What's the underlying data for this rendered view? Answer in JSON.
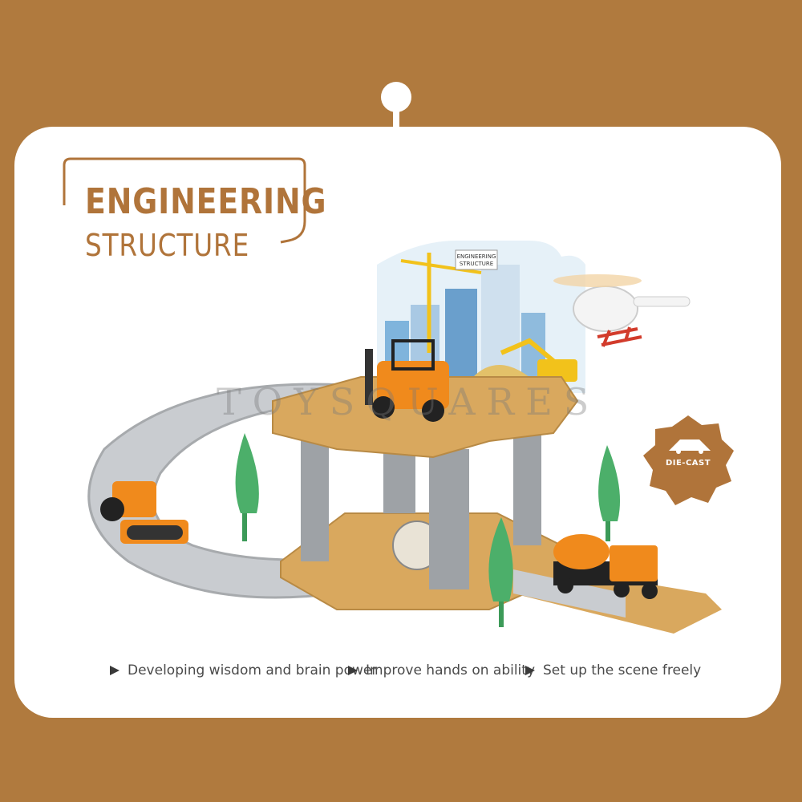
{
  "title": {
    "line1": "ENGINEERING",
    "line2": "STRUCTURE"
  },
  "sign_text": "ENGINEERING\nSTRUCTURE",
  "watermark": "TOYSQUARES",
  "badge": {
    "label": "DIE-CAST",
    "icon": "car-icon"
  },
  "features": [
    "Developing wisdom and brain power",
    "Improve hands on ability",
    "Set up the scene freely"
  ],
  "colors": {
    "background": "#b07a3e",
    "card": "#ffffff",
    "accent": "#b0743a",
    "vehicle_orange": "#f08a1c",
    "platform": "#d9a85e",
    "track": "#c9ccd0"
  }
}
